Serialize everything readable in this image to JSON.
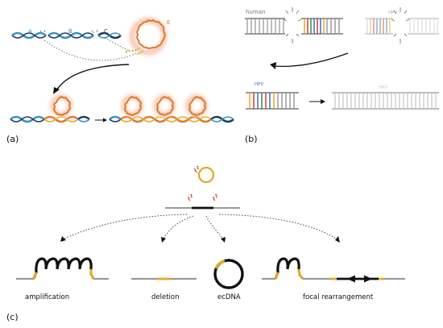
{
  "panel_a": {
    "label": "(a)",
    "marker_a": "A",
    "marker_b": "B",
    "marker_c": "C",
    "marker_e": "E"
  },
  "panel_b": {
    "label": "(b)",
    "human_label": "human",
    "hpv_label_top": "HPV",
    "hpv_label_mid": "HPV",
    "hpv_label_right": "HPV"
  },
  "panel_c": {
    "label": "(c)",
    "outcomes": {
      "amplification": "amplification",
      "deletion": "deletion",
      "ecdna": "ecDNA",
      "focal": "focal rearrangement"
    }
  },
  "colors": {
    "human_blue": "#3a8fc7",
    "dark_navy": "#1f3a64",
    "hpv_orange": "#e07a2a",
    "hpv_glow": "#f6c9b8",
    "yellow": "#e5a823",
    "ladder_gray": "#9a9a9a",
    "ladder_light": "#c9c9c9"
  }
}
